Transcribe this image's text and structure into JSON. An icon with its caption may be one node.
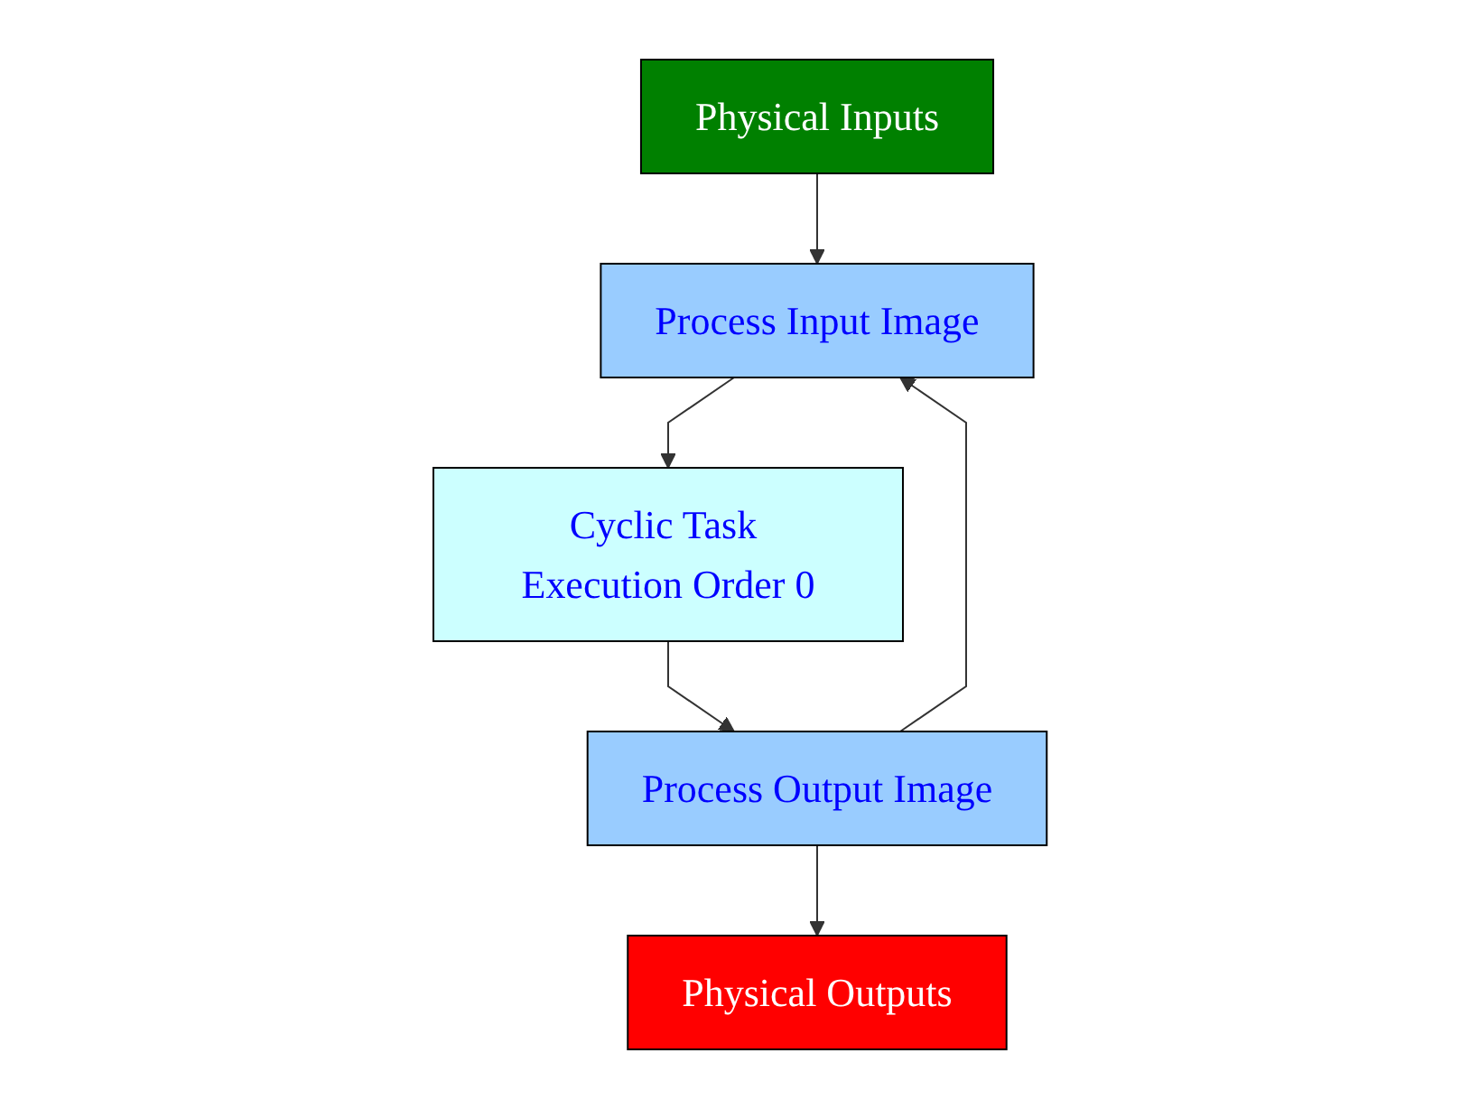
{
  "diagram": {
    "nodes": [
      {
        "text": [
          "Process Input Image"
        ]
      },
      {
        "text": [
          "Physical Inputs"
        ]
      },
      {
        "text": [
          "Cyclic Task Execution Order 0"
        ]
      },
      {
        "text": [
          "Process Output Image"
        ]
      },
      {
        "text": [
          "Physical Outputs"
        ]
      }
    ],
    "edges": [
      {
        "from": 1,
        "to": 0,
        "arrow": "to"
      },
      {
        "from": 0,
        "to": 2,
        "arrow": "to"
      },
      {
        "from": 2,
        "to": 3,
        "arrow": "to"
      },
      {
        "from": 3,
        "to": 4,
        "arrow": "to"
      },
      {
        "from": 3,
        "to": 0,
        "arrow": "to"
      }
    ]
  }
}
